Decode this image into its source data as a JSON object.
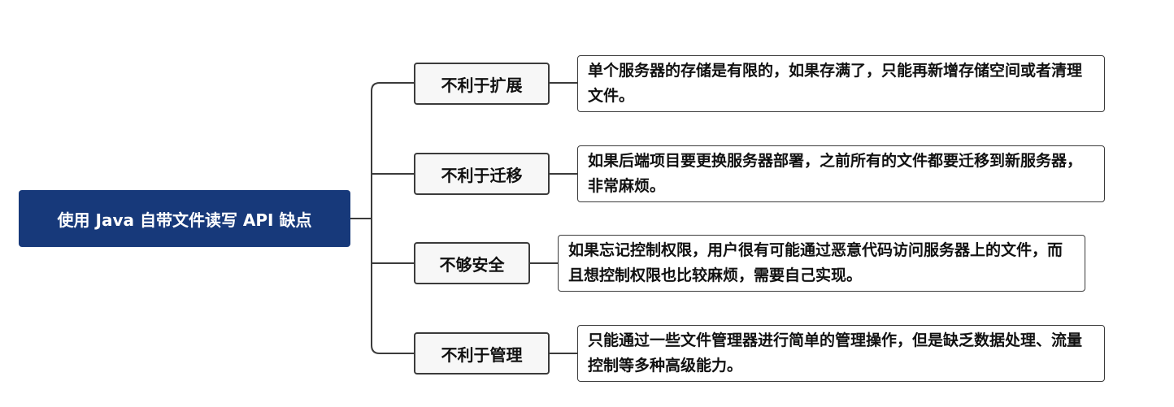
{
  "root": {
    "label": "使用 Java 自带文件读写 API 缺点"
  },
  "branches": [
    {
      "label": "不利于扩展",
      "detail": "单个服务器的存储是有限的，如果存满了，只能再新增存储空间或者清理文件。"
    },
    {
      "label": "不利于迁移",
      "detail": "如果后端项目要更换服务器部署，之前所有的文件都要迁移到新服务器，非常麻烦。"
    },
    {
      "label": "不够安全",
      "detail": "如果忘记控制权限，用户很有可能通过恶意代码访问服务器上的文件，而且想控制权限也比较麻烦，需要自己实现。"
    },
    {
      "label": "不利于管理",
      "detail": "只能通过一些文件管理器进行简单的管理操作，但是缺乏数据处理、流量控制等多种高级能力。"
    }
  ],
  "colors": {
    "root_fill": "#17397a",
    "root_text": "#ffffff",
    "branch_fill": "#f7f7f7",
    "line": "#3b3b3b"
  }
}
